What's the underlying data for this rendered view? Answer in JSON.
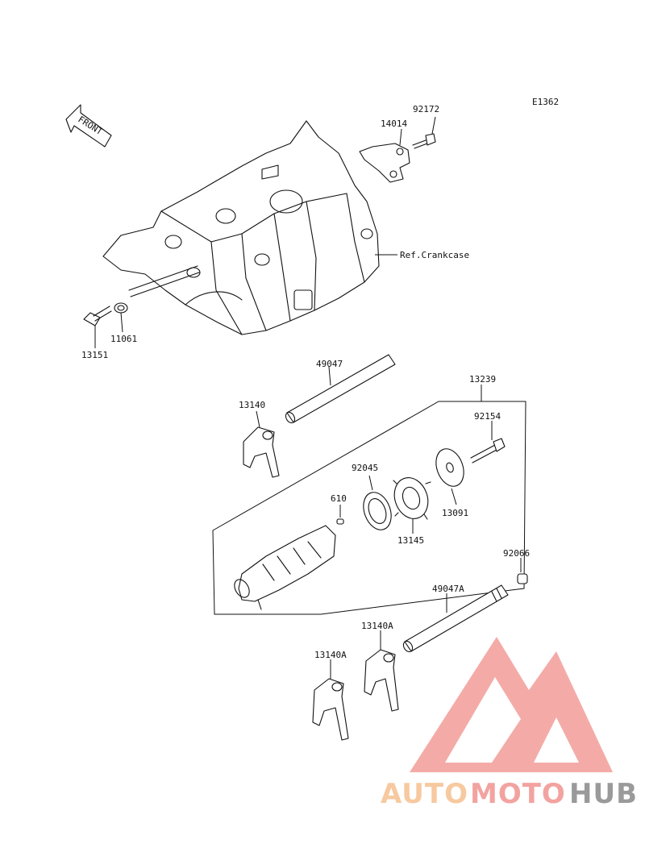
{
  "diagram_code": "E1362",
  "front_label": "FRONT",
  "ref_label": "Ref.Crankcase",
  "parts": [
    {
      "id": "p92172",
      "number": "92172"
    },
    {
      "id": "p14014",
      "number": "14014"
    },
    {
      "id": "p13151",
      "number": "13151"
    },
    {
      "id": "p11061",
      "number": "11061"
    },
    {
      "id": "p49047",
      "number": "49047"
    },
    {
      "id": "p13239",
      "number": "13239"
    },
    {
      "id": "p13140",
      "number": "13140"
    },
    {
      "id": "p92154",
      "number": "92154"
    },
    {
      "id": "p92045",
      "number": "92045"
    },
    {
      "id": "p610",
      "number": "610"
    },
    {
      "id": "p13091",
      "number": "13091"
    },
    {
      "id": "p13145",
      "number": "13145"
    },
    {
      "id": "p92066",
      "number": "92066"
    },
    {
      "id": "p49047A",
      "number": "49047A"
    },
    {
      "id": "p13140A_1",
      "number": "13140A"
    },
    {
      "id": "p13140A_2",
      "number": "13140A"
    }
  ],
  "watermark": {
    "part1": "AUTO",
    "part2": "MOTO",
    "part3": "HUB",
    "colors": {
      "auto": "#f7c9a0",
      "moto": "#f2a3a0",
      "hub": "#9a9a9a",
      "logo": "#f29c98"
    }
  }
}
